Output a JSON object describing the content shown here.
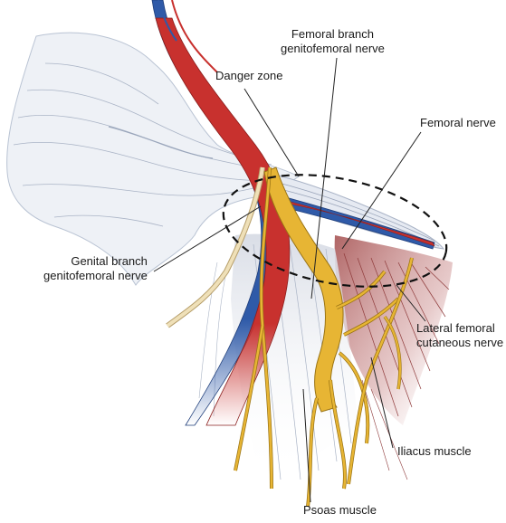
{
  "labels": {
    "femoral_branch": {
      "line1": "Femoral branch",
      "line2": "genitofemoral nerve"
    },
    "danger_zone": "Danger zone",
    "femoral_nerve": "Femoral nerve",
    "genital_branch": {
      "line1": "Genital branch",
      "line2": "genitofemoral nerve"
    },
    "lateral_femoral": {
      "line1": "Lateral femoral",
      "line2": "cutaneous nerve"
    },
    "iliacus": "Iliacus muscle",
    "psoas": "Psoas muscle"
  },
  "colors": {
    "artery": "#c8312e",
    "vein": "#2f5aa8",
    "nerve": "#e7b534",
    "nerve_outline": "#9a7415",
    "genital_nerve": "#efe0b8",
    "ligament": "#e3e8f0",
    "ligament_stroke": "#b9c3d3",
    "muscle": "#b56a6a",
    "leader": "#222222"
  }
}
